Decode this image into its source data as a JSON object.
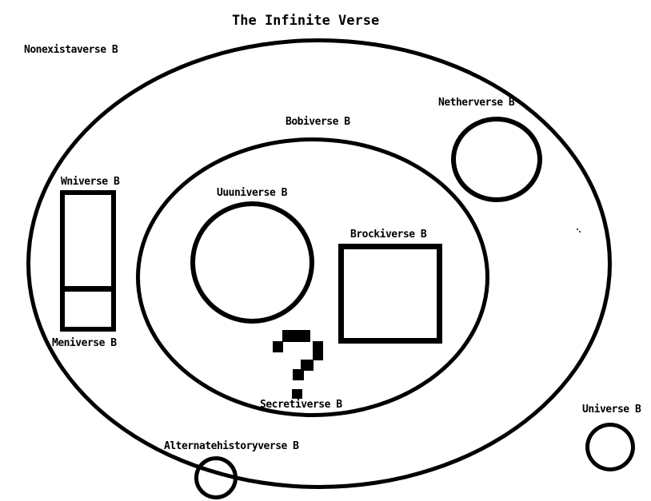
{
  "title": "The Infinite Verse",
  "canvas": {
    "background": "#ffffff",
    "stroke_color": "#000000"
  },
  "diagram": {
    "type": "nested-venn-universe-map",
    "shapes": [
      {
        "id": "outer-ellipse",
        "type": "ellipse",
        "label": "Nonexistaverse B",
        "contains": [
          "middle-ellipse",
          "netherverse-circle",
          "wniverse-rect"
        ]
      },
      {
        "id": "middle-ellipse",
        "type": "ellipse",
        "label": "Bobiverse B",
        "contains": [
          "uuuniverse-circle",
          "brockiverse-square",
          "secretiverse-question-mark"
        ]
      },
      {
        "id": "netherverse-circle",
        "type": "circle",
        "label": "Netherverse B",
        "contains": []
      },
      {
        "id": "wniverse-rect",
        "type": "rectangle",
        "label": "Wniverse B",
        "contains": [
          "meniverse-section"
        ]
      },
      {
        "id": "uuuniverse-circle",
        "type": "circle",
        "label": "Uuuniverse B",
        "contains": []
      },
      {
        "id": "brockiverse-square",
        "type": "square",
        "label": "Brockiverse B",
        "contains": []
      },
      {
        "id": "meniverse-section",
        "type": "rectangle-section",
        "label": "Meniverse B",
        "contains": []
      },
      {
        "id": "secretiverse-question-mark",
        "type": "question-mark",
        "label": "Secretiverse B",
        "contains": []
      },
      {
        "id": "althist-circle",
        "type": "circle",
        "label": "Alternatehistoryverse B",
        "contains": []
      },
      {
        "id": "universe-circle",
        "type": "circle",
        "label": "Universe B",
        "contains": []
      }
    ]
  }
}
